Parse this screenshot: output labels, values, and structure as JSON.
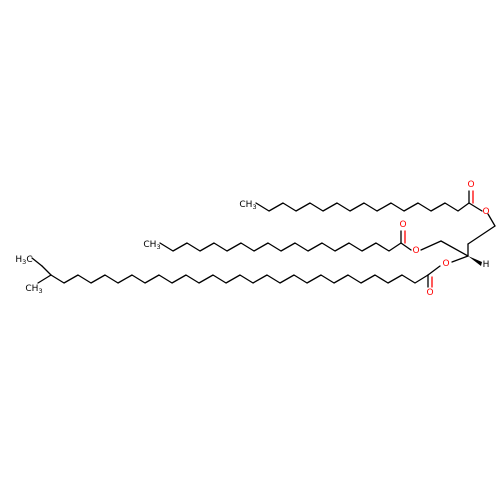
{
  "atoms": {
    "oxygen": "O",
    "hydrogen": "H",
    "methyl_top": "CH",
    "methyl_top_sub": "3",
    "methyl_mid": "CH",
    "methyl_mid_sub": "3",
    "ethyl_methyl": "H",
    "ethyl_methyl_sub": "3",
    "ethyl_methyl_c": "C",
    "branch_methyl": "CH",
    "branch_methyl_sub": "3"
  },
  "colors": {
    "bond": "#000000",
    "oxygen": "#ff0000"
  }
}
